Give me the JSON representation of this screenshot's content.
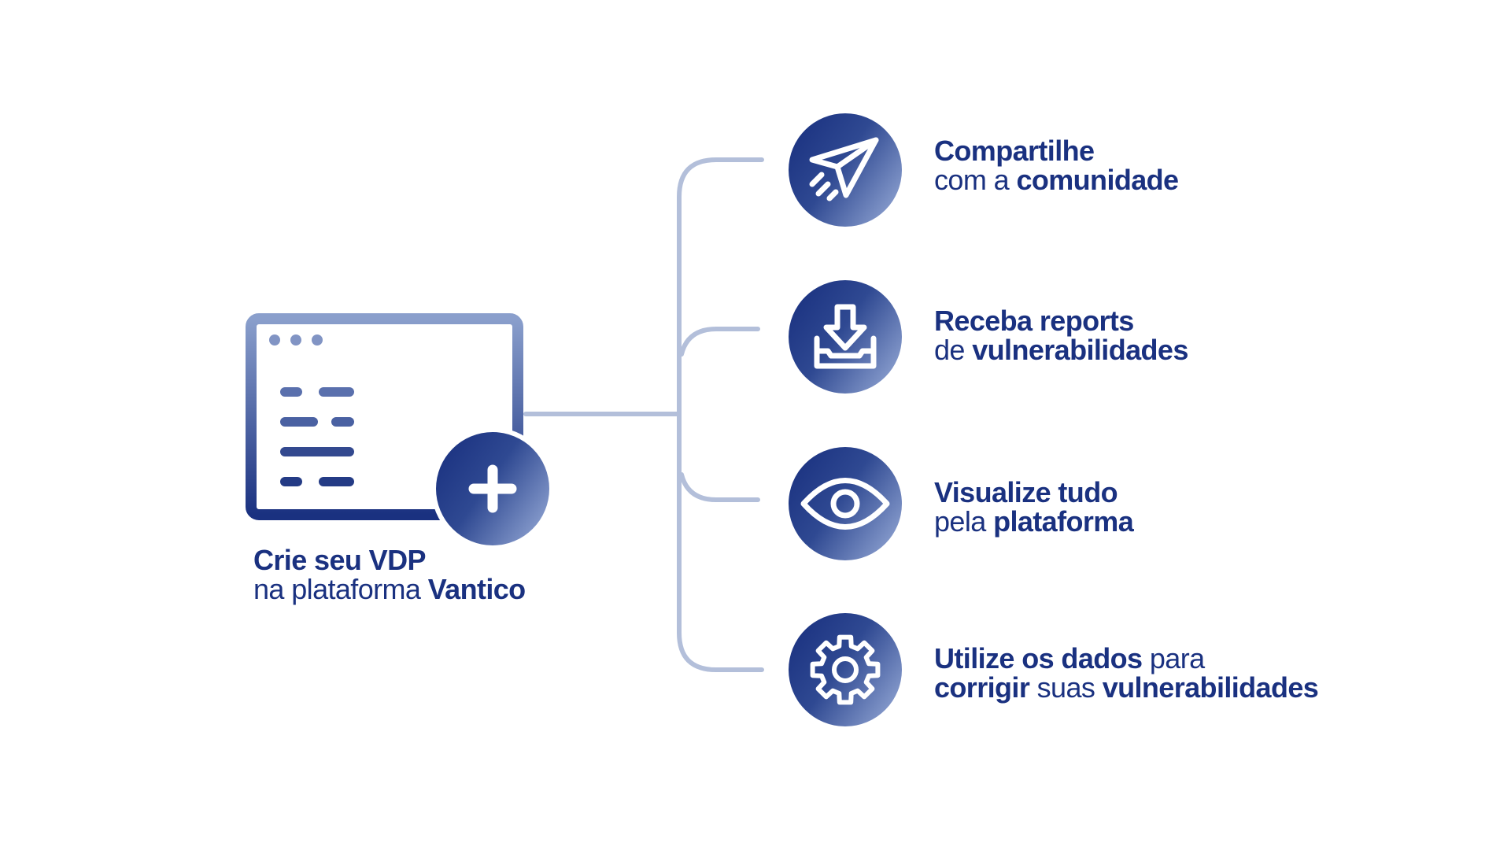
{
  "colors": {
    "primary": "#1a3180",
    "primary_light": "#8a9fcc",
    "connector": "#b3bfda"
  },
  "source": {
    "icon": "browser-window-icon",
    "badge_icon": "plus-icon",
    "line1_bold": "Crie seu VDP",
    "line2_regular": "na plataforma ",
    "line2_bold": "Vantico"
  },
  "steps": [
    {
      "icon": "paper-plane-icon",
      "line1_bold": "Compartilhe",
      "line2_regular": "com a ",
      "line2_bold": "comunidade"
    },
    {
      "icon": "download-tray-icon",
      "line1_bold": "Receba reports",
      "line2_regular": "de ",
      "line2_bold": "vulnerabilidades"
    },
    {
      "icon": "eye-icon",
      "line1_bold": "Visualize tudo",
      "line2_regular": "pela ",
      "line2_bold": "plataforma"
    },
    {
      "icon": "gear-icon",
      "line1_bold": "Utilize os dados",
      "line1_regular": " para",
      "line2_bold": "corrigir",
      "line2_regular": " suas ",
      "line2_bold2": "vulnerabilidades"
    }
  ]
}
